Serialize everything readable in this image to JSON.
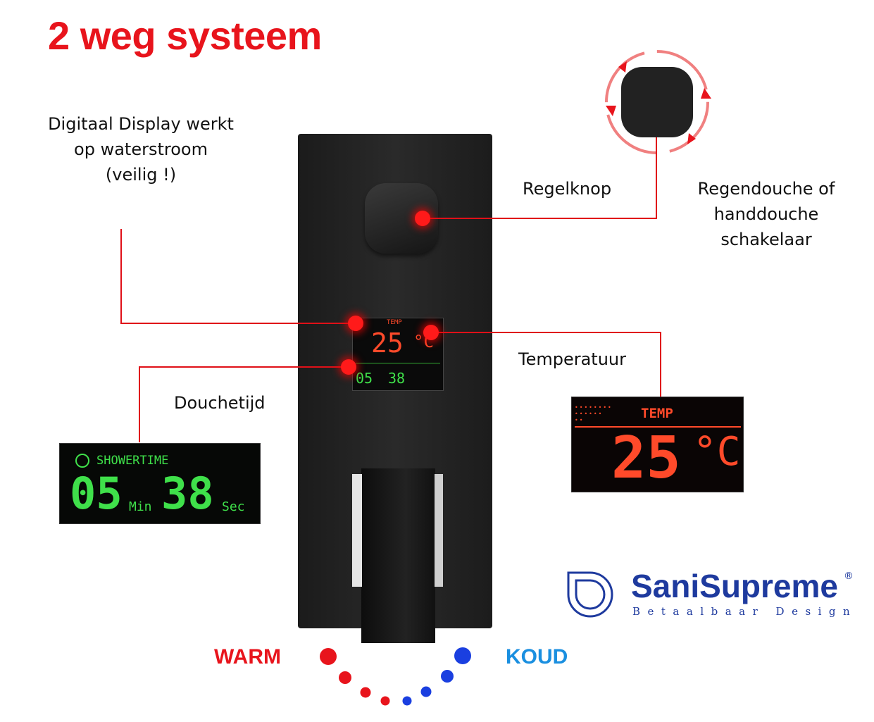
{
  "title": "2 weg systeem",
  "labels": {
    "display_note": [
      "Digitaal Display werkt",
      "op waterstroom",
      "(veilig !)"
    ],
    "regelknop": "Regelknop",
    "switch_note": [
      "Regendouche of",
      "handdouche",
      "schakelaar"
    ],
    "temperatuur": "Temperatuur",
    "douchetijd": "Douchetijd",
    "warm": "WARM",
    "koud": "KOUD"
  },
  "display": {
    "temp_label": "TEMP",
    "temp_value": "25",
    "temp_unit": "°C",
    "time_label": "SHOWERTIME",
    "minutes": "05",
    "min_unit": "Min",
    "seconds": "38",
    "sec_unit": "Sec"
  },
  "brand": {
    "name": "SaniSupreme",
    "registered": "®",
    "tagline": "Betaalbaar Design",
    "color": "#1e3a9e"
  },
  "colors": {
    "accent_red": "#e8141c",
    "warm": "#e8141c",
    "cold": "#1a8fe0",
    "lcd_green": "#3fe04a",
    "lcd_red": "#ff4a2a"
  }
}
